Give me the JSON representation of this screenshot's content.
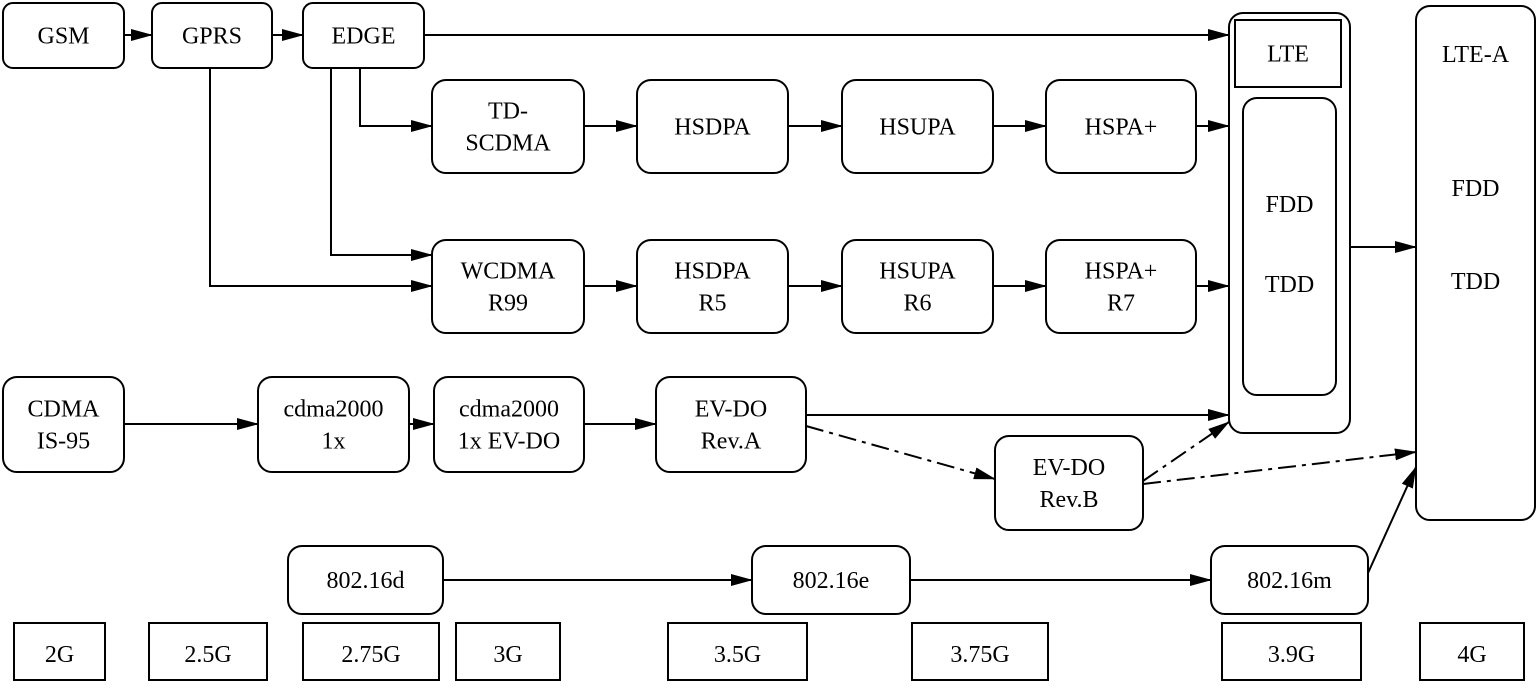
{
  "nodes": {
    "gsm": [
      "GSM"
    ],
    "gprs": [
      "GPRS"
    ],
    "edge": [
      "EDGE"
    ],
    "td_scdma": [
      "TD-",
      "SCDMA"
    ],
    "hsdpa_td": [
      "HSDPA"
    ],
    "hsupa_td": [
      "HSUPA"
    ],
    "hspa_plus_td": [
      "HSPA+"
    ],
    "wcdma_r99": [
      "WCDMA",
      "R99"
    ],
    "hsdpa_r5": [
      "HSDPA",
      "R5"
    ],
    "hsupa_r6": [
      "HSUPA",
      "R6"
    ],
    "hspa_plus_r7": [
      "HSPA+",
      "R7"
    ],
    "lte": [
      "LTE"
    ],
    "lte_modes": [
      "FDD",
      "TDD"
    ],
    "lte_a": [
      "LTE-A",
      "FDD",
      "TDD"
    ],
    "cdma_is95": [
      "CDMA",
      "IS-95"
    ],
    "cdma2000_1x": [
      "cdma2000",
      "1x"
    ],
    "cdma2000_evdo": [
      "cdma2000",
      "1x EV-DO"
    ],
    "evdo_reva": [
      "EV-DO",
      "Rev.A"
    ],
    "evdo_revb": [
      "EV-DO",
      "Rev.B"
    ],
    "wimax_16d": [
      "802.16d"
    ],
    "wimax_16e": [
      "802.16e"
    ],
    "wimax_16m": [
      "802.16m"
    ]
  },
  "generations": [
    "2G",
    "2.5G",
    "2.75G",
    "3G",
    "3.5G",
    "3.75G",
    "3.9G",
    "4G"
  ]
}
